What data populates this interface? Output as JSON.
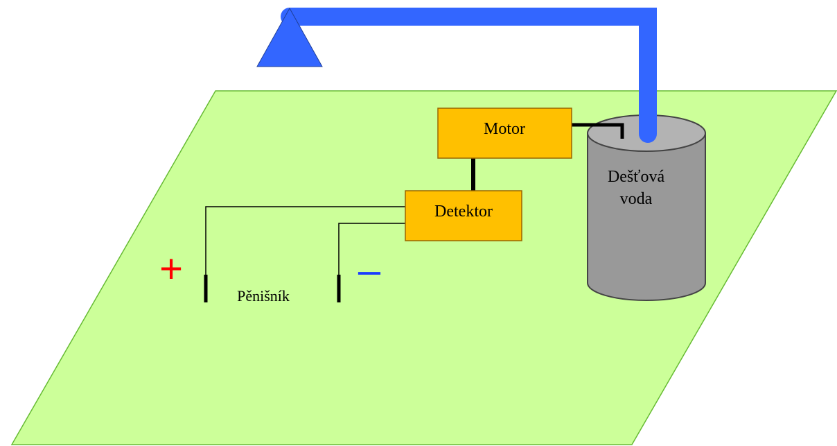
{
  "diagram": {
    "motor_label": "Motor",
    "detector_label": "Detektor",
    "tank_label_line1": "Dešťová",
    "tank_label_line2": "voda",
    "ground_label": "Pěnišník",
    "plus_sign": "+",
    "minus_sign": "–"
  },
  "colors": {
    "field": "#ccff99",
    "field_outline": "#66bb33",
    "box_fill": "#ffc000",
    "box_outline": "#996600",
    "pipe": "#3366ff",
    "tank": "#999999",
    "plus": "#ff0000",
    "minus": "#1a3cff"
  }
}
